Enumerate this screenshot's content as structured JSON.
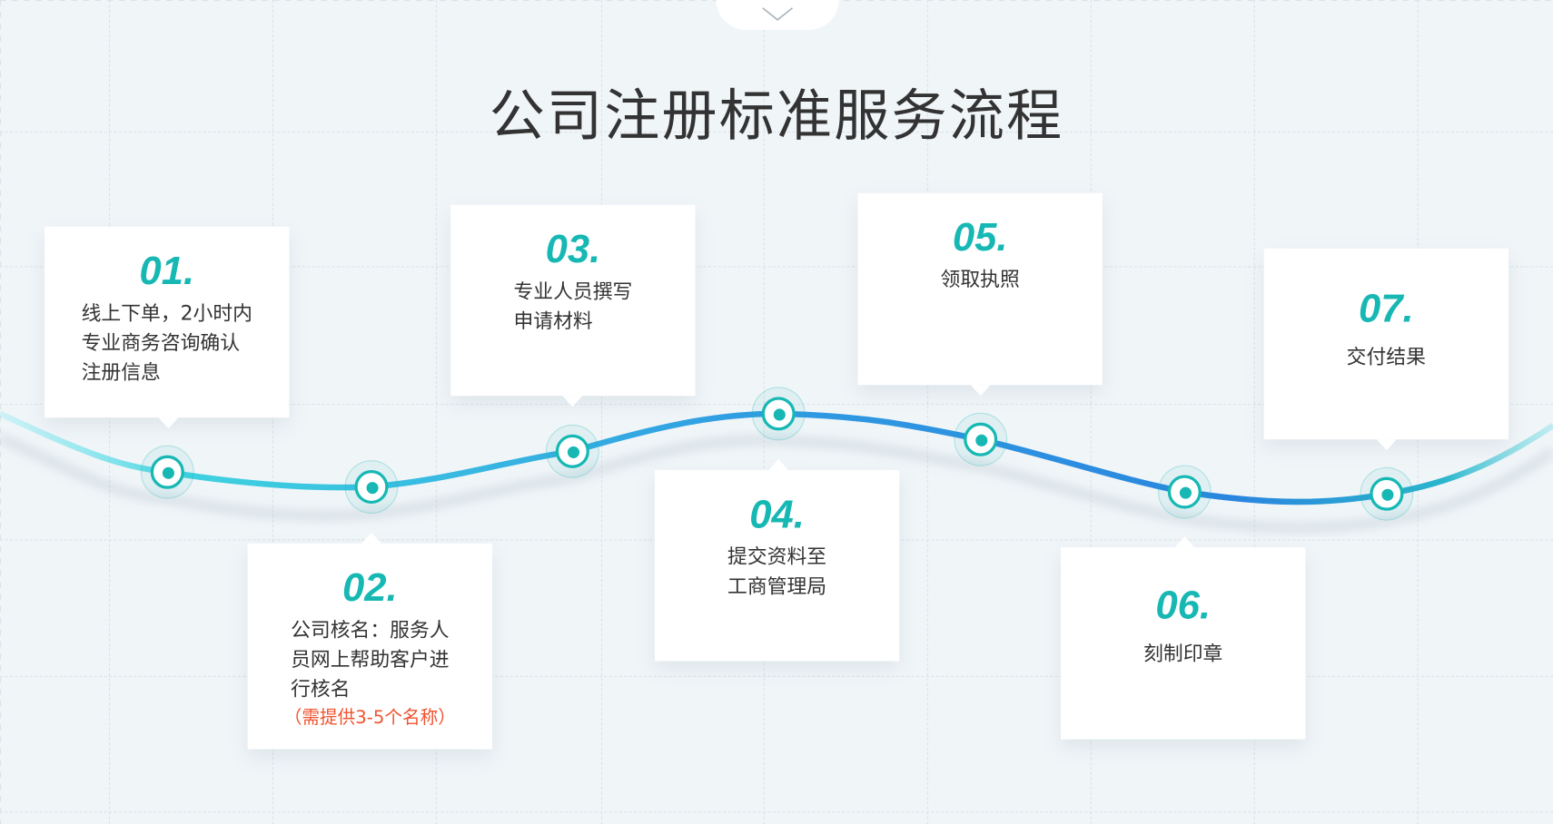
{
  "title": "公司注册标准服务流程",
  "colors": {
    "accent": "#17b8b4",
    "note": "#f0532f",
    "curve_start": "#5fe0e6",
    "curve_mid": "#2f8fe0",
    "curve_end": "#7fd6de"
  },
  "steps": [
    {
      "num": "01.",
      "lines": [
        "线上下单，2小时内",
        "专业商务咨询确认",
        "注册信息"
      ]
    },
    {
      "num": "02.",
      "lines": [
        "公司核名：服务人",
        "员网上帮助客户进",
        "行核名"
      ],
      "note": "（需提供3-5个名称）"
    },
    {
      "num": "03.",
      "lines": [
        "专业人员撰写",
        "申请材料"
      ]
    },
    {
      "num": "04.",
      "lines": [
        "提交资料至",
        "工商管理局"
      ]
    },
    {
      "num": "05.",
      "lines": [
        "领取执照"
      ]
    },
    {
      "num": "06.",
      "lines": [
        "刻制印章"
      ]
    },
    {
      "num": "07.",
      "lines": [
        "交付结果"
      ]
    }
  ]
}
